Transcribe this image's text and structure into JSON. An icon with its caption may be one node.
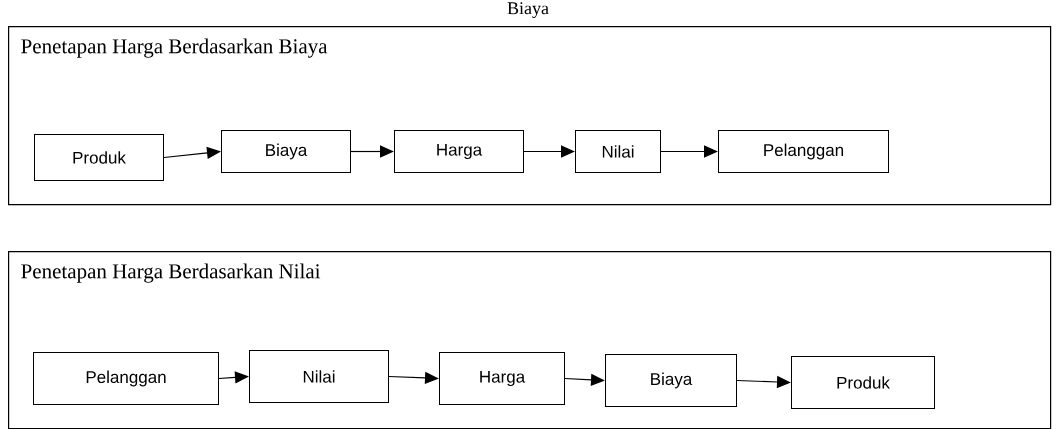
{
  "diagram": {
    "nodes": [
      {
        "text": [
          "Penetapan Harga Berdasarkan Biaya"
        ]
      },
      {
        "text": [
          "Produk"
        ],
        "in": 0
      },
      {
        "text": [
          "Biaya"
        ],
        "in": 0
      },
      {
        "text": [
          "Harga"
        ],
        "in": 0
      },
      {
        "text": [
          "Nilai"
        ],
        "in": 0
      },
      {
        "text": [
          "Pelanggan"
        ],
        "in": 0
      },
      {
        "text": [
          "Penetapan Harga Berdasarkan Nilai"
        ]
      },
      {
        "text": [
          "Pelanggan"
        ],
        "in": 6
      },
      {
        "text": [
          "Nilai"
        ],
        "in": 6
      },
      {
        "text": [
          "Harga"
        ],
        "in": 6
      },
      {
        "text": [
          "Biaya"
        ],
        "in": 6
      },
      {
        "text": [
          "Produk"
        ],
        "in": 6
      }
    ],
    "edges": [
      {
        "from": 1,
        "to": 2,
        "arrow": "to"
      },
      {
        "from": 2,
        "to": 3,
        "arrow": "to"
      },
      {
        "from": 3,
        "to": 4,
        "arrow": "to"
      },
      {
        "from": 4,
        "to": 5,
        "arrow": "to"
      },
      {
        "from": 7,
        "to": 8,
        "arrow": "to"
      },
      {
        "from": 8,
        "to": 9,
        "arrow": "to"
      },
      {
        "from": 9,
        "to": 10,
        "arrow": "to"
      },
      {
        "from": 10,
        "to": 11,
        "arrow": "to"
      }
    ],
    "labels": [
      "Biaya"
    ]
  }
}
